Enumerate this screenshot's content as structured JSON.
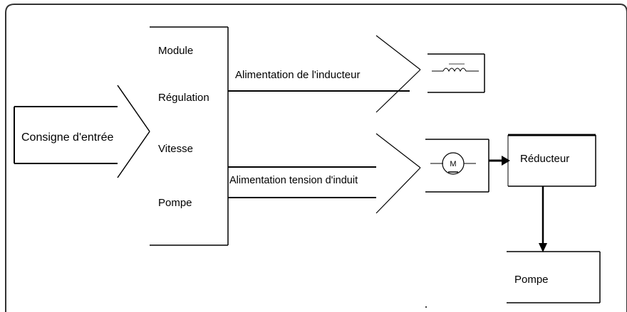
{
  "input": {
    "label": "Consigne d'entrée"
  },
  "module": {
    "lines": [
      "Module",
      "Régulation",
      "Vitesse",
      "Pompe"
    ]
  },
  "channels": {
    "field_supply": "Alimentation de l'inducteur",
    "armature_supply": "Alimentation tension d'induit"
  },
  "motor": {
    "symbol": "M"
  },
  "reducer": {
    "label": "Réducteur"
  },
  "pump": {
    "label": "Pompe"
  },
  "icons": {
    "field_winding": "inductor-coil-icon",
    "motor": "dc-motor-icon"
  },
  "colors": {
    "stroke": "#000000",
    "background": "#ffffff"
  }
}
